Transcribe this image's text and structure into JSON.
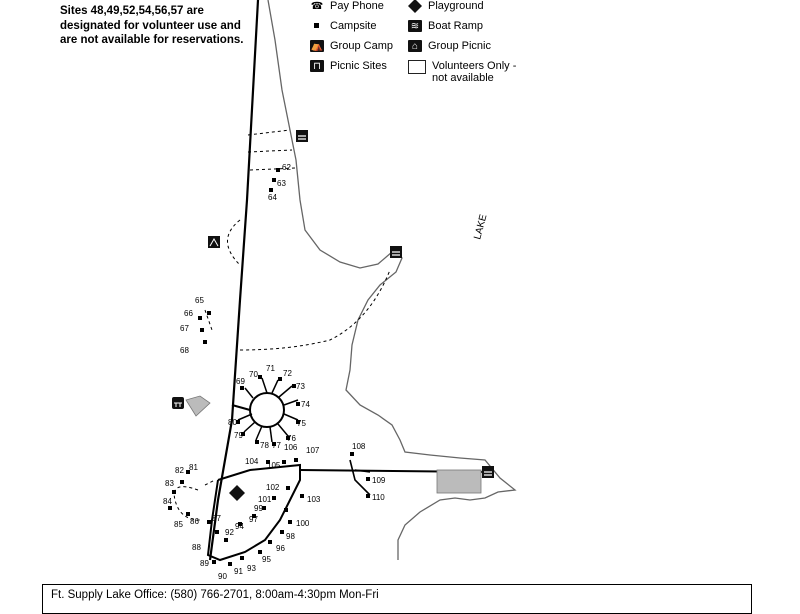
{
  "note": {
    "lines": [
      "Sites 48,49,52,54,56,57 are",
      "designated for volunteer use and",
      "are not available for reservations."
    ]
  },
  "legend": [
    {
      "icon": "phone-icon",
      "label": "Pay Phone"
    },
    {
      "icon": "campsite-icon",
      "label": "Campsite"
    },
    {
      "icon": "group-camp-icon",
      "label": "Group Camp"
    },
    {
      "icon": "picnic-icon",
      "label": "Picnic Sites"
    },
    {
      "icon": "playground-icon",
      "label": "Playground"
    },
    {
      "icon": "boat-ramp-icon",
      "label": "Boat Ramp"
    },
    {
      "icon": "group-picnic-icon",
      "label": "Group Picnic"
    },
    {
      "icon": "volunteers-box-icon",
      "label": "Volunteers Only -",
      "label2": "not available"
    }
  ],
  "lake_label": "LAKE",
  "sites": [
    "62",
    "63",
    "64",
    "65",
    "66",
    "67",
    "68",
    "69",
    "70",
    "71",
    "72",
    "73",
    "74",
    "75",
    "76",
    "77",
    "78",
    "79",
    "80",
    "81",
    "82",
    "83",
    "84",
    "85",
    "86",
    "87",
    "88",
    "89",
    "90",
    "91",
    "92",
    "93",
    "94",
    "95",
    "96",
    "97",
    "98",
    "99",
    "100",
    "101",
    "102",
    "103",
    "104",
    "105",
    "106",
    "107",
    "108",
    "109",
    "110"
  ],
  "footer": {
    "text": "Ft. Supply Lake Office: (580) 766-2701, 8:00am-4:30pm Mon-Fri"
  }
}
